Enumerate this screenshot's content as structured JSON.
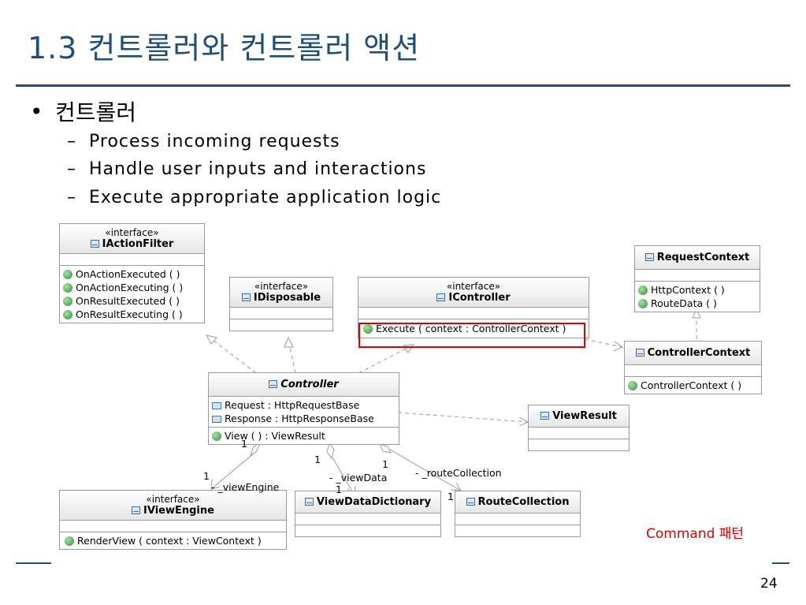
{
  "slide": {
    "title": "1.3 컨트롤러와 컨트롤러 액션",
    "bullet_mark": "•",
    "bullet": "컨트롤러",
    "sub_dash": "–",
    "sub_items": [
      "Process incoming requests",
      "Handle user inputs and interactions",
      "Execute appropriate application logic"
    ],
    "note": "Command 패턴",
    "page_number": "24"
  },
  "diagram": {
    "iactionfilter": {
      "stereotype": "«interface»",
      "name": "IActionFilter",
      "ops": [
        "OnActionExecuted ( )",
        "OnActionExecuting ( )",
        "OnResultExecuted ( )",
        "OnResultExecuting ( )"
      ]
    },
    "idisposable": {
      "stereotype": "«interface»",
      "name": "IDisposable"
    },
    "icontroller": {
      "stereotype": "«interface»",
      "name": "IController",
      "ops": [
        "Execute ( context : ControllerContext )"
      ]
    },
    "requestcontext": {
      "name": "RequestContext",
      "ops": [
        "HttpContext ( )",
        "RouteData ( )"
      ]
    },
    "controllercontext": {
      "name": "ControllerContext",
      "ops": [
        "ControllerContext ( )"
      ]
    },
    "controller": {
      "name": "Controller",
      "attrs": [
        "Request : HttpRequestBase",
        "Response : HttpResponseBase"
      ],
      "ops": [
        "View ( ) : ViewResult"
      ]
    },
    "viewresult": {
      "name": "ViewResult"
    },
    "iviewengine": {
      "stereotype": "«interface»",
      "name": "IViewEngine",
      "ops": [
        "RenderView ( context : ViewContext )"
      ]
    },
    "viewdatadictionary": {
      "name": "ViewDataDictionary"
    },
    "routecollection": {
      "name": "RouteCollection"
    },
    "labels": {
      "view_engine": "- _viewEngine",
      "view_data": "- _viewData",
      "route_collection": "- _routeCollection",
      "mult_ve_top": "1",
      "mult_ve_bottom": "1",
      "mult_vd_top": "1",
      "mult_vd_bottom": "1",
      "mult_rc_top": "1",
      "mult_rc_bottom": "1"
    }
  }
}
